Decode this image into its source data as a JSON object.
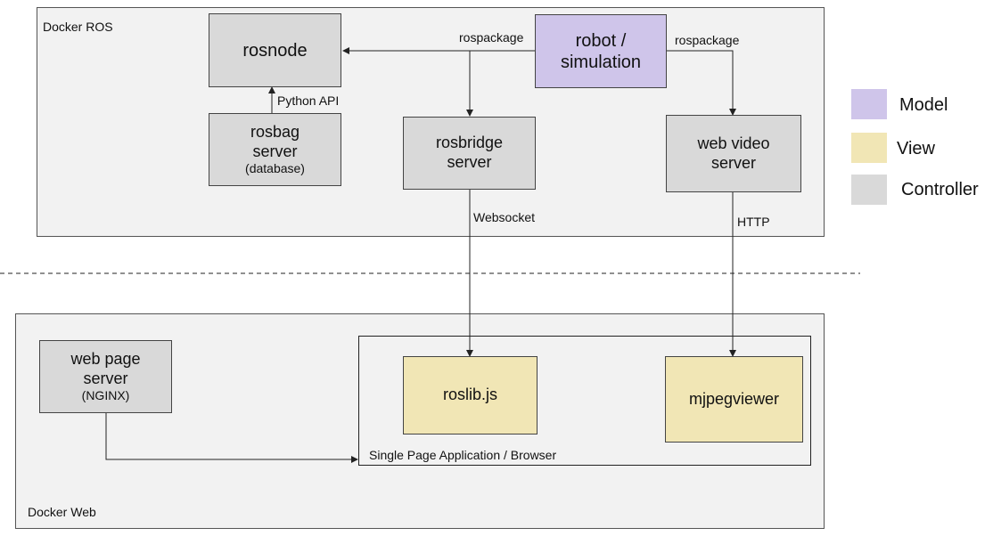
{
  "docker_ros": {
    "title": "Docker ROS",
    "rosnode": "rosnode",
    "robot": {
      "line1": "robot /",
      "line2": "simulation"
    },
    "rosbag": {
      "line1": "rosbag",
      "line2": "server",
      "line3": "(database)"
    },
    "rosbridge": {
      "line1": "rosbridge",
      "line2": "server"
    },
    "web_video": {
      "line1": "web video",
      "line2": "server"
    }
  },
  "edges": {
    "rospackage_left": "rospackage",
    "rospackage_right": "rospackage",
    "python_api": "Python API",
    "websocket": "Websocket",
    "http": "HTTP"
  },
  "docker_web": {
    "title": "Docker Web",
    "web_page": {
      "line1": "web page",
      "line2": "server",
      "line3": "(NGINX)"
    },
    "spa_label": "Single Page Application / Browser",
    "roslib": "roslib.js",
    "mjpeg": "mjpegviewer"
  },
  "legend": [
    {
      "label": "Model",
      "color": "#cfc5ea"
    },
    {
      "label": "View",
      "color": "#f1e6b5"
    },
    {
      "label": "Controller",
      "color": "#d9d9d9"
    }
  ]
}
